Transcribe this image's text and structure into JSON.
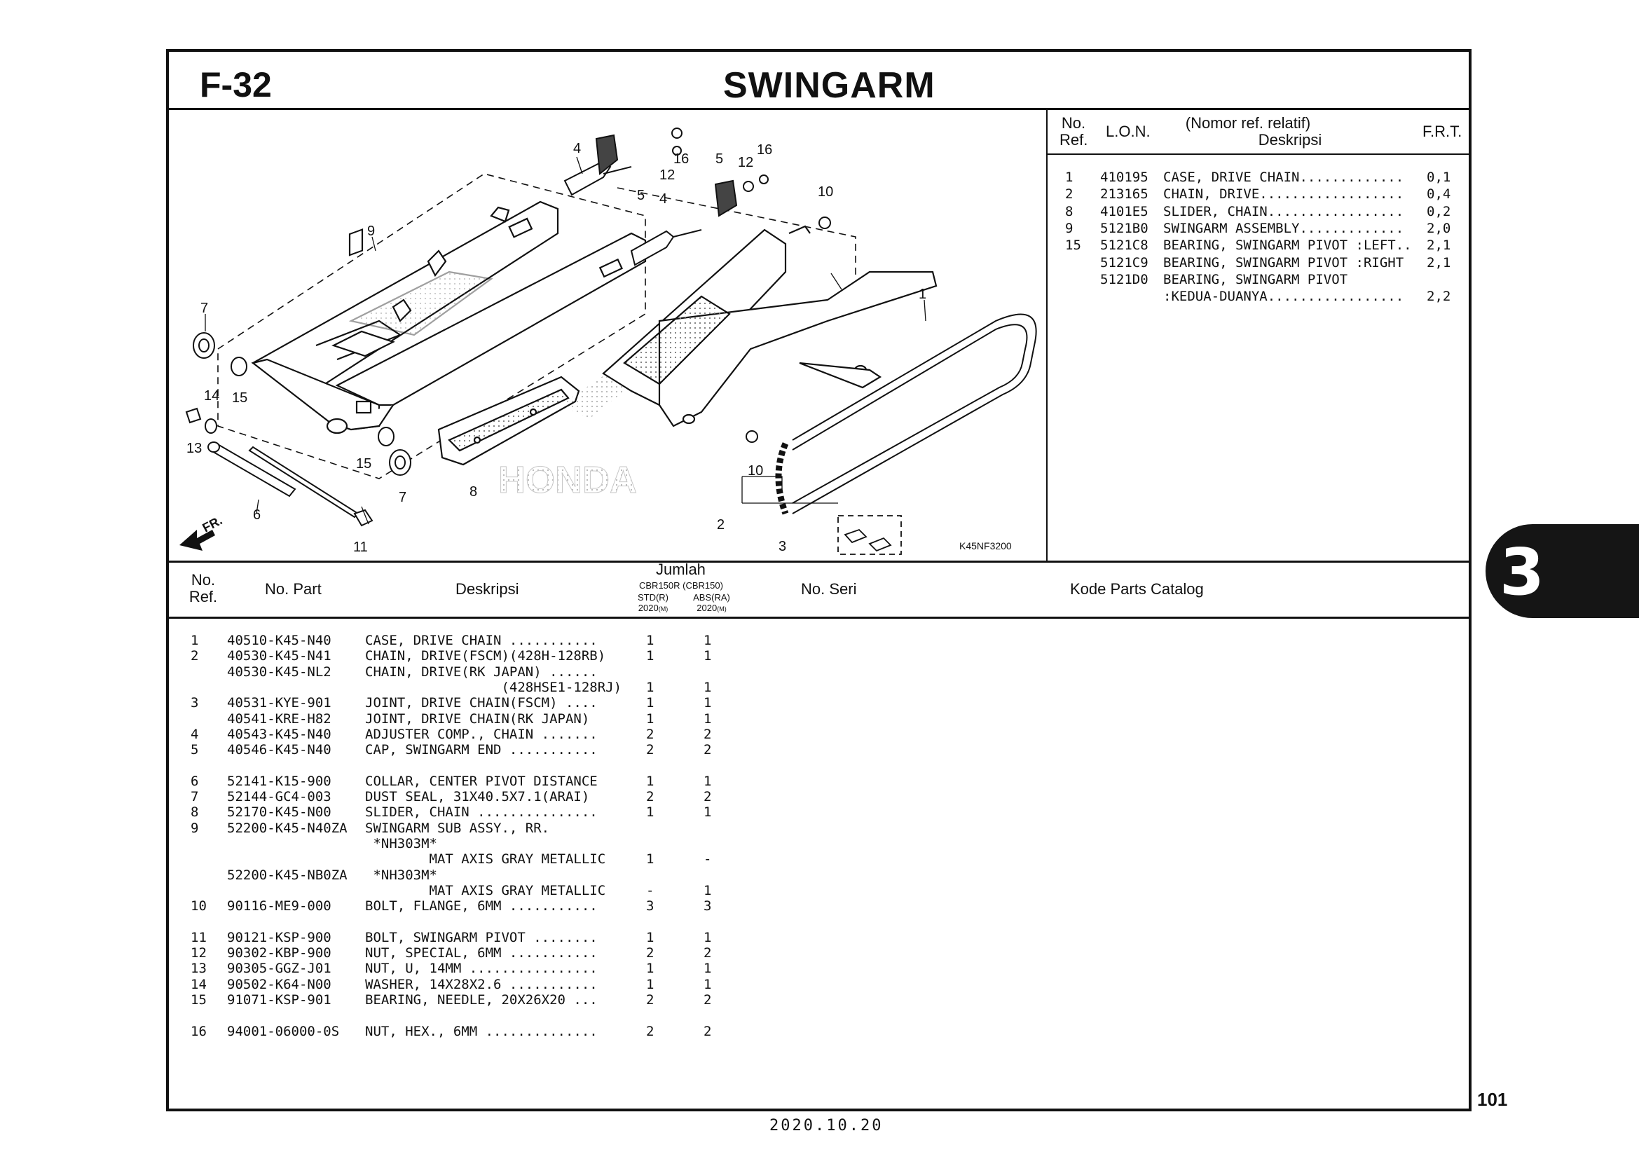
{
  "header": {
    "page_id": "F-32",
    "title": "SWINGARM"
  },
  "ref_table": {
    "headers": {
      "no": "No.",
      "ref": "Ref.",
      "lon": "L.O.N.",
      "desk_top": "(Nomor ref. relatif)",
      "desk": "Deskripsi",
      "frt": "F.R.T."
    },
    "rows": [
      {
        "no": "1",
        "lon": "410195",
        "desc": "CASE, DRIVE CHAIN.............",
        "frt": "0,1"
      },
      {
        "no": "2",
        "lon": "213165",
        "desc": "CHAIN, DRIVE..................",
        "frt": "0,4"
      },
      {
        "no": "8",
        "lon": "4101E5",
        "desc": "SLIDER, CHAIN.................",
        "frt": "0,2"
      },
      {
        "no": "9",
        "lon": "5121B0",
        "desc": "SWINGARM ASSEMBLY.............",
        "frt": "2,0"
      },
      {
        "no": "15",
        "lon": "5121C8",
        "desc": "BEARING, SWINGARM PIVOT :LEFT..",
        "frt": "2,1"
      },
      {
        "no": "",
        "lon": "5121C9",
        "desc": "BEARING, SWINGARM PIVOT :RIGHT",
        "frt": "2,1"
      },
      {
        "no": "",
        "lon": "5121D0",
        "desc": "BEARING, SWINGARM PIVOT",
        "frt": ""
      },
      {
        "no": "",
        "lon": "",
        "desc": ":KEDUA-DUANYA.................",
        "frt": "2,2"
      }
    ]
  },
  "diagram": {
    "code": "K45NF3200",
    "fr_label": "FR.",
    "brand_watermark": "HONDA",
    "callouts": [
      "4",
      "12",
      "16",
      "5",
      "12",
      "16",
      "5",
      "4",
      "10",
      "9",
      "1",
      "7",
      "14",
      "15",
      "13",
      "15",
      "7",
      "8",
      "10",
      "6",
      "2",
      "3",
      "11"
    ]
  },
  "parts_table": {
    "headers": {
      "no": "No.",
      "ref": "Ref.",
      "part": "No. Part",
      "desc": "Deskripsi",
      "jumlah": "Jumlah",
      "model1": "CBR150R",
      "model2": "(CBR150)",
      "v1": "STD(R)",
      "v2": "ABS(RA)",
      "y1": "2020",
      "y2": "2020",
      "m": "(M)",
      "seri": "No. Seri",
      "kode": "Kode Parts Catalog"
    },
    "rows": [
      {
        "ref": "1",
        "part": "40510-K45-N40",
        "desc": "CASE, DRIVE CHAIN ...........",
        "q1": "1",
        "q2": "1"
      },
      {
        "ref": "2",
        "part": "40530-K45-N41",
        "desc": "CHAIN, DRIVE(FSCM)(428H-128RB)",
        "q1": "1",
        "q2": "1"
      },
      {
        "ref": "",
        "part": "40530-K45-NL2",
        "desc": "CHAIN, DRIVE(RK JAPAN) ......",
        "q1": "",
        "q2": ""
      },
      {
        "ref": "",
        "part": "",
        "desc": "                 (428HSE1-128RJ)",
        "q1": "1",
        "q2": "1"
      },
      {
        "ref": "3",
        "part": "40531-KYE-901",
        "desc": "JOINT, DRIVE CHAIN(FSCM) ....",
        "q1": "1",
        "q2": "1"
      },
      {
        "ref": "",
        "part": "40541-KRE-H82",
        "desc": "JOINT, DRIVE CHAIN(RK JAPAN)",
        "q1": "1",
        "q2": "1"
      },
      {
        "ref": "4",
        "part": "40543-K45-N40",
        "desc": "ADJUSTER COMP., CHAIN .......",
        "q1": "2",
        "q2": "2"
      },
      {
        "ref": "5",
        "part": "40546-K45-N40",
        "desc": "CAP, SWINGARM END ...........",
        "q1": "2",
        "q2": "2"
      },
      {
        "ref": "",
        "part": "",
        "desc": "",
        "q1": "",
        "q2": ""
      },
      {
        "ref": "6",
        "part": "52141-K15-900",
        "desc": "COLLAR, CENTER PIVOT DISTANCE",
        "q1": "1",
        "q2": "1"
      },
      {
        "ref": "7",
        "part": "52144-GC4-003",
        "desc": "DUST SEAL, 31X40.5X7.1(ARAI)",
        "q1": "2",
        "q2": "2"
      },
      {
        "ref": "8",
        "part": "52170-K45-N00",
        "desc": "SLIDER, CHAIN ...............",
        "q1": "1",
        "q2": "1"
      },
      {
        "ref": "9",
        "part": "52200-K45-N40ZA",
        "desc": "SWINGARM SUB ASSY., RR.",
        "q1": "",
        "q2": ""
      },
      {
        "ref": "",
        "part": "",
        "desc": " *NH303M*",
        "q1": "",
        "q2": ""
      },
      {
        "ref": "",
        "part": "",
        "desc": "        MAT AXIS GRAY METALLIC",
        "q1": "1",
        "q2": "-"
      },
      {
        "ref": "",
        "part": "52200-K45-NB0ZA",
        "desc": " *NH303M*",
        "q1": "",
        "q2": ""
      },
      {
        "ref": "",
        "part": "",
        "desc": "        MAT AXIS GRAY METALLIC",
        "q1": "-",
        "q2": "1"
      },
      {
        "ref": "10",
        "part": "90116-ME9-000",
        "desc": "BOLT, FLANGE, 6MM ...........",
        "q1": "3",
        "q2": "3"
      },
      {
        "ref": "",
        "part": "",
        "desc": "",
        "q1": "",
        "q2": ""
      },
      {
        "ref": "11",
        "part": "90121-KSP-900",
        "desc": "BOLT, SWINGARM PIVOT ........",
        "q1": "1",
        "q2": "1"
      },
      {
        "ref": "12",
        "part": "90302-KBP-900",
        "desc": "NUT, SPECIAL, 6MM ...........",
        "q1": "2",
        "q2": "2"
      },
      {
        "ref": "13",
        "part": "90305-GGZ-J01",
        "desc": "NUT, U, 14MM ................",
        "q1": "1",
        "q2": "1"
      },
      {
        "ref": "14",
        "part": "90502-K64-N00",
        "desc": "WASHER, 14X28X2.6 ...........",
        "q1": "1",
        "q2": "1"
      },
      {
        "ref": "15",
        "part": "91071-KSP-901",
        "desc": "BEARING, NEEDLE, 20X26X20 ...",
        "q1": "2",
        "q2": "2"
      },
      {
        "ref": "",
        "part": "",
        "desc": "",
        "q1": "",
        "q2": ""
      },
      {
        "ref": "16",
        "part": "94001-06000-0S",
        "desc": "NUT, HEX., 6MM ..............",
        "q1": "2",
        "q2": "2"
      }
    ]
  },
  "side_tab": {
    "section": "3"
  },
  "footer": {
    "page_number": "101",
    "date": "2020.10.20"
  },
  "colors": {
    "ink": "#111111",
    "tab": "#151515",
    "paper": "#ffffff"
  }
}
